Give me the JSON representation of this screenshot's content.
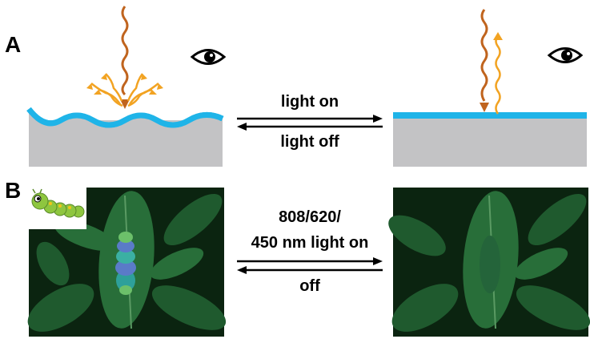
{
  "panel_a": {
    "letter": "A",
    "arrow_forward_label": "light on",
    "arrow_back_label": "light off"
  },
  "panel_b": {
    "letter": "B",
    "arrow_forward_label_line1": "808/620/",
    "arrow_forward_label_line2": "450 nm light on",
    "arrow_back_label": "off"
  },
  "icons": {
    "left_eye": "eye-icon",
    "right_eye": "eye-icon",
    "caterpillar": "caterpillar-icon"
  },
  "colors": {
    "surface_blue": "#1fb4e8",
    "substrate_gray": "#c3c3c5",
    "light_brown": "#c0641e",
    "light_orange": "#f2a322",
    "leaf_dark": "#0b2410",
    "leaf_green": "#1f5a2e"
  }
}
